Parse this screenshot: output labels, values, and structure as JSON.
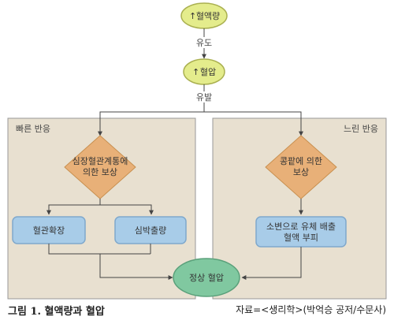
{
  "nodes": {
    "blood_volume": "혈액량",
    "blood_pressure": "혈압",
    "cv_compensation_line1": "심장혈관계통에",
    "cv_compensation_line2": "의한 보상",
    "kidney_compensation_line1": "콩팥에 의한",
    "kidney_compensation_line2": "보상",
    "vasodilation": "혈관확장",
    "cardiac_output": "심박출량",
    "fluid_excretion_line1": "소변으로 유체 배출",
    "fluid_excretion_line2": "혈액 부피",
    "normal_bp": "정상 혈압"
  },
  "edges": {
    "induce": "유도",
    "trigger": "유발"
  },
  "panels": {
    "fast": "빠른 반응",
    "slow": "느린 반응"
  },
  "caption": {
    "title": "그림 1. 혈액량과 혈압",
    "source": "자료=<생리학>(박억승 공저/수문사)"
  },
  "colors": {
    "panel_bg": "#e8e0d0",
    "panel_border": "#999999",
    "oval_fill": "#e4ec8c",
    "oval_border": "#aab050",
    "diamond_fill": "#e8b078",
    "box_fill": "#a8cce8",
    "box_border": "#7fa8cc",
    "normal_fill": "#80c8a0",
    "normal_border": "#5aa07a"
  }
}
